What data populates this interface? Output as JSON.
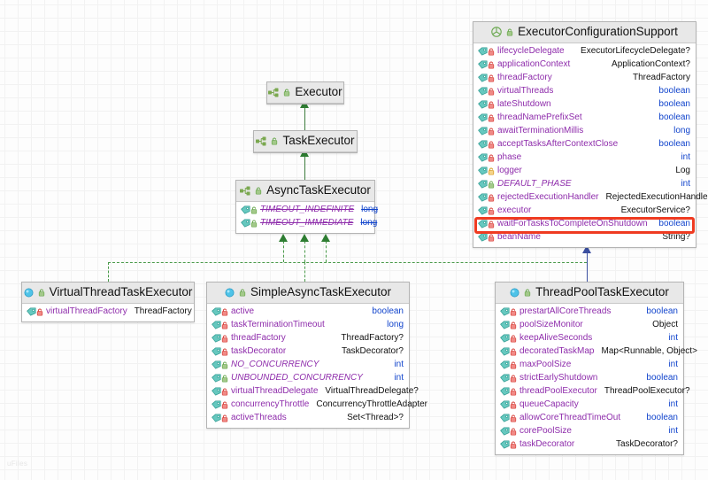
{
  "diagram": {
    "type": "uml-class-diagram",
    "background": "#fdfdfd",
    "grid": true,
    "watermark": "uFiles",
    "accent_highlight_color": "#ef3b21",
    "inherit_color": "#3b4fa0",
    "implement_color": "#4a9a4a"
  },
  "nodes": {
    "executor": {
      "title": "Executor",
      "stereotype": "interface",
      "icon": "interface-icon",
      "lock": "lock-green-icon",
      "members": []
    },
    "task_executor": {
      "title": "TaskExecutor",
      "stereotype": "interface",
      "icon": "interface-icon",
      "lock": "lock-green-icon",
      "members": []
    },
    "async_task_executor": {
      "title": "AsyncTaskExecutor",
      "stereotype": "interface",
      "icon": "interface-icon",
      "lock": "lock-green-icon",
      "members": [
        {
          "name": "TIMEOUT_INDEFINITE",
          "type": "long",
          "type_kind": "keyword",
          "visibility": "public",
          "lock": "lock-green-icon",
          "static": true,
          "deprecated": true
        },
        {
          "name": "TIMEOUT_IMMEDIATE",
          "type": "long",
          "type_kind": "keyword",
          "visibility": "public",
          "lock": "lock-green-icon",
          "static": true,
          "deprecated": true
        }
      ]
    },
    "virtual_thread_task_executor": {
      "title": "VirtualThreadTaskExecutor",
      "stereotype": "class",
      "icon": "class-icon",
      "lock": "lock-green-icon",
      "members": [
        {
          "name": "virtualThreadFactory",
          "type": "ThreadFactory",
          "type_kind": "ref",
          "visibility": "private",
          "lock": "lock-red-icon"
        }
      ]
    },
    "simple_async_task_executor": {
      "title": "SimpleAsyncTaskExecutor",
      "stereotype": "class",
      "icon": "class-icon",
      "lock": "lock-green-icon",
      "members": [
        {
          "name": "active",
          "type": "boolean",
          "type_kind": "keyword",
          "visibility": "private",
          "lock": "lock-red-icon"
        },
        {
          "name": "taskTerminationTimeout",
          "type": "long",
          "type_kind": "keyword",
          "visibility": "private",
          "lock": "lock-red-icon"
        },
        {
          "name": "threadFactory",
          "type": "ThreadFactory?",
          "type_kind": "ref",
          "visibility": "private",
          "lock": "lock-red-icon"
        },
        {
          "name": "taskDecorator",
          "type": "TaskDecorator?",
          "type_kind": "ref",
          "visibility": "private",
          "lock": "lock-red-icon"
        },
        {
          "name": "NO_CONCURRENCY",
          "type": "int",
          "type_kind": "keyword",
          "visibility": "public",
          "lock": "lock-green-icon",
          "static": true
        },
        {
          "name": "UNBOUNDED_CONCURRENCY",
          "type": "int",
          "type_kind": "keyword",
          "visibility": "public",
          "lock": "lock-green-icon",
          "static": true
        },
        {
          "name": "virtualThreadDelegate",
          "type": "VirtualThreadDelegate?",
          "type_kind": "ref",
          "visibility": "private",
          "lock": "lock-red-icon"
        },
        {
          "name": "concurrencyThrottle",
          "type": "ConcurrencyThrottleAdapter",
          "type_kind": "ref",
          "visibility": "private",
          "lock": "lock-red-icon"
        },
        {
          "name": "activeThreads",
          "type": "Set<Thread>?",
          "type_kind": "ref",
          "visibility": "private",
          "lock": "lock-red-icon"
        }
      ]
    },
    "thread_pool_task_executor": {
      "title": "ThreadPoolTaskExecutor",
      "stereotype": "class",
      "icon": "class-icon",
      "lock": "lock-green-icon",
      "members": [
        {
          "name": "prestartAllCoreThreads",
          "type": "boolean",
          "type_kind": "keyword",
          "visibility": "private",
          "lock": "lock-red-icon"
        },
        {
          "name": "poolSizeMonitor",
          "type": "Object",
          "type_kind": "ref",
          "visibility": "private",
          "lock": "lock-red-icon"
        },
        {
          "name": "keepAliveSeconds",
          "type": "int",
          "type_kind": "keyword",
          "visibility": "private",
          "lock": "lock-red-icon"
        },
        {
          "name": "decoratedTaskMap",
          "type": "Map<Runnable, Object>",
          "type_kind": "ref",
          "visibility": "private",
          "lock": "lock-red-icon"
        },
        {
          "name": "maxPoolSize",
          "type": "int",
          "type_kind": "keyword",
          "visibility": "private",
          "lock": "lock-red-icon"
        },
        {
          "name": "strictEarlyShutdown",
          "type": "boolean",
          "type_kind": "keyword",
          "visibility": "private",
          "lock": "lock-red-icon"
        },
        {
          "name": "threadPoolExecutor",
          "type": "ThreadPoolExecutor?",
          "type_kind": "ref",
          "visibility": "private",
          "lock": "lock-red-icon"
        },
        {
          "name": "queueCapacity",
          "type": "int",
          "type_kind": "keyword",
          "visibility": "private",
          "lock": "lock-red-icon"
        },
        {
          "name": "allowCoreThreadTimeOut",
          "type": "boolean",
          "type_kind": "keyword",
          "visibility": "private",
          "lock": "lock-red-icon"
        },
        {
          "name": "corePoolSize",
          "type": "int",
          "type_kind": "keyword",
          "visibility": "private",
          "lock": "lock-red-icon"
        },
        {
          "name": "taskDecorator",
          "type": "TaskDecorator?",
          "type_kind": "ref",
          "visibility": "private",
          "lock": "lock-red-icon"
        }
      ]
    },
    "executor_configuration_support": {
      "title": "ExecutorConfigurationSupport",
      "stereotype": "abstract-class",
      "icon": "abstract-class-icon",
      "lock": "lock-green-icon",
      "members": [
        {
          "name": "lifecycleDelegate",
          "type": "ExecutorLifecycleDelegate?",
          "type_kind": "ref",
          "visibility": "private",
          "lock": "lock-red-icon"
        },
        {
          "name": "applicationContext",
          "type": "ApplicationContext?",
          "type_kind": "ref",
          "visibility": "private",
          "lock": "lock-red-icon"
        },
        {
          "name": "threadFactory",
          "type": "ThreadFactory",
          "type_kind": "ref",
          "visibility": "private",
          "lock": "lock-red-icon"
        },
        {
          "name": "virtualThreads",
          "type": "boolean",
          "type_kind": "keyword",
          "visibility": "private",
          "lock": "lock-red-icon"
        },
        {
          "name": "lateShutdown",
          "type": "boolean",
          "type_kind": "keyword",
          "visibility": "private",
          "lock": "lock-red-icon"
        },
        {
          "name": "threadNamePrefixSet",
          "type": "boolean",
          "type_kind": "keyword",
          "visibility": "private",
          "lock": "lock-red-icon"
        },
        {
          "name": "awaitTerminationMillis",
          "type": "long",
          "type_kind": "keyword",
          "visibility": "private",
          "lock": "lock-red-icon"
        },
        {
          "name": "acceptTasksAfterContextClose",
          "type": "boolean",
          "type_kind": "keyword",
          "visibility": "private",
          "lock": "lock-red-icon"
        },
        {
          "name": "phase",
          "type": "int",
          "type_kind": "keyword",
          "visibility": "private",
          "lock": "lock-red-icon"
        },
        {
          "name": "logger",
          "type": "Log",
          "type_kind": "ref",
          "visibility": "protected",
          "lock": "lock-yellow-icon"
        },
        {
          "name": "DEFAULT_PHASE",
          "type": "int",
          "type_kind": "keyword",
          "visibility": "public",
          "lock": "lock-green-icon",
          "static": true
        },
        {
          "name": "rejectedExecutionHandler",
          "type": "RejectedExecutionHandler",
          "type_kind": "ref",
          "visibility": "private",
          "lock": "lock-red-icon"
        },
        {
          "name": "executor",
          "type": "ExecutorService?",
          "type_kind": "ref",
          "visibility": "private",
          "lock": "lock-red-icon"
        },
        {
          "name": "waitForTasksToCompleteOnShutdown",
          "type": "boolean",
          "type_kind": "keyword",
          "visibility": "private",
          "lock": "lock-red-icon",
          "highlighted": true
        },
        {
          "name": "beanName",
          "type": "String?",
          "type_kind": "ref",
          "visibility": "private",
          "lock": "lock-red-icon"
        }
      ]
    }
  },
  "edges": [
    {
      "from": "task_executor",
      "to": "executor",
      "kind": "implements",
      "style": "solid-green-arrow"
    },
    {
      "from": "async_task_executor",
      "to": "task_executor",
      "kind": "implements",
      "style": "solid-green-arrow"
    },
    {
      "from": "virtual_thread_task_executor",
      "to": "async_task_executor",
      "kind": "implements",
      "style": "dashed-green-arrow"
    },
    {
      "from": "simple_async_task_executor",
      "to": "async_task_executor",
      "kind": "implements",
      "style": "dashed-green-arrow"
    },
    {
      "from": "thread_pool_task_executor",
      "to": "async_task_executor",
      "kind": "implements",
      "style": "dashed-green-arrow"
    },
    {
      "from": "thread_pool_task_executor",
      "to": "executor_configuration_support",
      "kind": "extends",
      "style": "solid-blue-arrow"
    }
  ]
}
